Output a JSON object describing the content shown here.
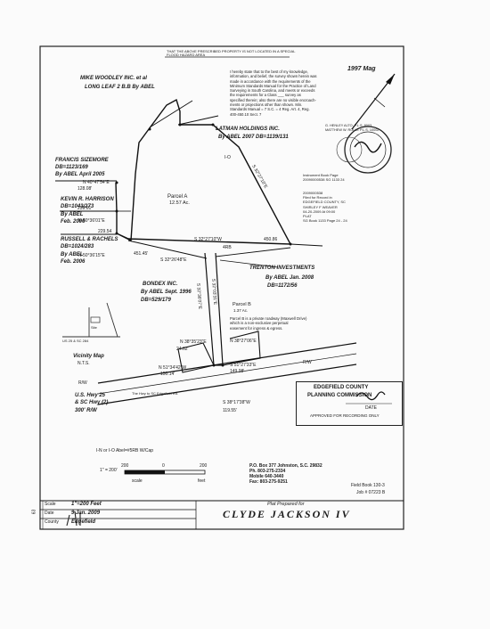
{
  "header_note": "THAT THE ABOVE PRESCRIBED PROPERTY IS NOT LOCATED IN A SPECIAL FLOOD HAZARD AREA",
  "certification_text": [
    "I hereby state that to the best of my knowledge,",
    "information, and belief, the survey shown herein was",
    "made in accordance with the requirements of the",
    "Minimum Standards Manual for the Practice of Land",
    "Surveying in South Carolina, and meets or exceeds",
    "the requirements for a Class ___ survey as",
    "specified therein; also there are no visible encroach-",
    "ments or projections other than shown. Min.",
    "Standards Manual = 7 S.C. = 4 Reg. Art. 4, Reg.",
    "400-450.10 Sect. 7"
  ],
  "survey_date": "1997 Mag",
  "surveyor_block": [
    "G. HENLEY ALTO, P.L.S. 8003",
    "MATTHEW W. ROLLE P.L.S. 10002"
  ],
  "recording": {
    "instrument": "Instrument  Book Page",
    "number": "20090000538  SG 1133  24",
    "lines": [
      "2009000538",
      "Filed for Record in",
      "EDGEFIELD COUNTY, SC",
      "SHIRLEY F WEAVER",
      "04-20-2009 At 09:00",
      "PLAT",
      "SG Book 1133 Page 24 - 24"
    ]
  },
  "owners": {
    "woodley": {
      "name": "MIKE WOODLEY INC. et al",
      "by": "LONG LEAF 2 B.B  By ABEL"
    },
    "latman": {
      "name": "LATMAN HOLDINGS INC.",
      "by": "By ABEL 2007  DB=1139/131"
    },
    "sizemore": {
      "name": "FRANCIS SIZEMORE",
      "db": "DB=1123/169",
      "by": "By ABEL April 2005"
    },
    "harrison": {
      "name": "KEVIN R. HARRISON",
      "db": "DB=1043/273",
      "by": "By ABEL",
      "date": "Feb. 2006"
    },
    "russell": {
      "name": "RUSSELL & RACHELS",
      "db": "DB=1024/283",
      "by": "By ABEL",
      "date": "Feb. 2006"
    },
    "trenton": {
      "name": "TRENTON INVESTMENTS",
      "by": "By ABEL Jan. 2008",
      "db": "DB=1172/56"
    },
    "bondex": {
      "name": "BONDEX INC.",
      "by": "By ABEL Sept. 1996",
      "db": "DB=529/179"
    }
  },
  "parcels": {
    "a_name": "Parcel A",
    "a_area": "12.57 Ac.",
    "b_name": "Parcel B",
    "b_area": "1.37 Ac.",
    "b_note": [
      "Parcel B is a private roadway (Maxwell Drive)",
      "which is a non-exclusive perpetual",
      "easement for ingress & egress."
    ]
  },
  "bearings": [
    "N 40°47'54\"E",
    "128.08'",
    "N 50°36'01\"E",
    "239.61",
    "N 50°36'15\"E",
    "229.54",
    "S 32°27'10\"W",
    "451.45'",
    "450.86",
    "S 32°27'18\"E",
    "S 32°26'48\"E",
    "N 38°35'23\"E",
    "24.62'",
    "N 51°34'42\"W",
    "150.14'",
    "N 38°27'06\"E",
    "S 51°27'33\"E",
    "149.98'",
    "S 38°17'38\"W",
    "119.55'",
    "S 32°03'31\"E",
    "S 32°36'07\"E",
    "I-O",
    "R/W",
    "4RB"
  ],
  "vicinity": {
    "title": "Vicinity Map",
    "nts": "N.T.S.",
    "site": "Site",
    "road": "US 25 & SC 284"
  },
  "highway": [
    "R/W",
    "U.S. Hwy 25",
    "& SC Hwy (2)",
    "300' R/W"
  ],
  "road_note": "The Hwy to SC Edgefield Rd.",
  "planning": {
    "county": "EDGEFIELD COUNTY",
    "commission": "PLANNING COMMISSION",
    "date_label": "DATE",
    "approved": "APPROVED FOR RECORDING ONLY"
  },
  "legend": "I-N or I-O Abel=#5RB W/Cap",
  "scale_bar": {
    "prefix": "1\" = 200'",
    "labels": [
      "200",
      "0",
      "200"
    ],
    "left": "scale",
    "right": "feet"
  },
  "contact": [
    "P.O. Box 377  Johnston, S.C. 29832",
    "Ph.  803-275-2334",
    "Mobile 640-3440",
    "Fax: 803-275-9251"
  ],
  "field_book": "Field Book 130-3",
  "job": "Job # 07223 B",
  "title_block": {
    "scale_label": "Scale",
    "scale_value": "1\"=200 Feet",
    "date_label": "Date",
    "date_value": "9 Jan. 2009",
    "county_label": "County",
    "county_value": "Edgefield",
    "prepared": "Plat Prepared for",
    "client": "CLYDE  JACKSON IV"
  },
  "side_marks": "63",
  "colors": {
    "ink": "#1a1a1a",
    "paper": "#fbfbfb"
  }
}
